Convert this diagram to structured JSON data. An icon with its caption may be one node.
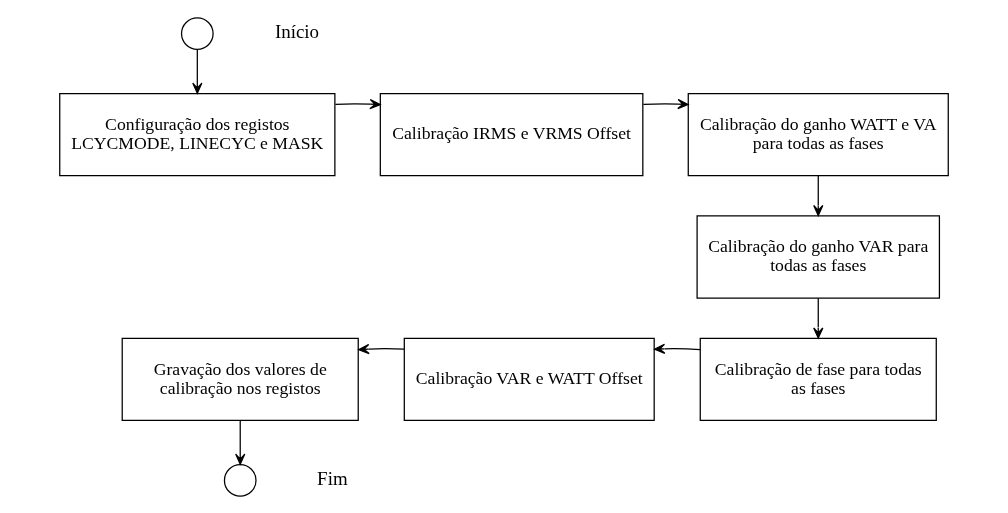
{
  "diagram": {
    "nodes": [
      {
        "text": [],
        "shape": "circle",
        "beside": [
          "Início"
        ]
      },
      {
        "text": [
          "Configuração dos registos LCYCMODE, LINECYC e MASK"
        ]
      },
      {
        "text": [
          "Calibração IRMS e VRMS Offset"
        ]
      },
      {
        "text": [
          "Calibração do ganho WATT e VA para todas as fases"
        ]
      },
      {
        "text": [
          "Calibração do ganho VAR para todas as fases"
        ]
      },
      {
        "text": [
          "Calibração de fase para todas as fases"
        ]
      },
      {
        "text": [
          "Calibração VAR e WATT Offset"
        ]
      },
      {
        "text": [
          "Gravação dos valores de calibração nos registos"
        ]
      },
      {
        "text": [],
        "shape": "circle",
        "beside": [
          "Fim"
        ]
      }
    ],
    "edges": [
      {
        "from": 0,
        "to": 1,
        "arrow": "to"
      },
      {
        "from": 1,
        "to": 2,
        "arrow": "to"
      },
      {
        "from": 2,
        "to": 3,
        "arrow": "to"
      },
      {
        "from": 3,
        "to": 4,
        "arrow": "to"
      },
      {
        "from": 4,
        "to": 5,
        "arrow": "to"
      },
      {
        "from": 5,
        "to": 6,
        "arrow": "to"
      },
      {
        "from": 6,
        "to": 7,
        "arrow": "to"
      },
      {
        "from": 7,
        "to": 8,
        "arrow": "to"
      }
    ]
  }
}
